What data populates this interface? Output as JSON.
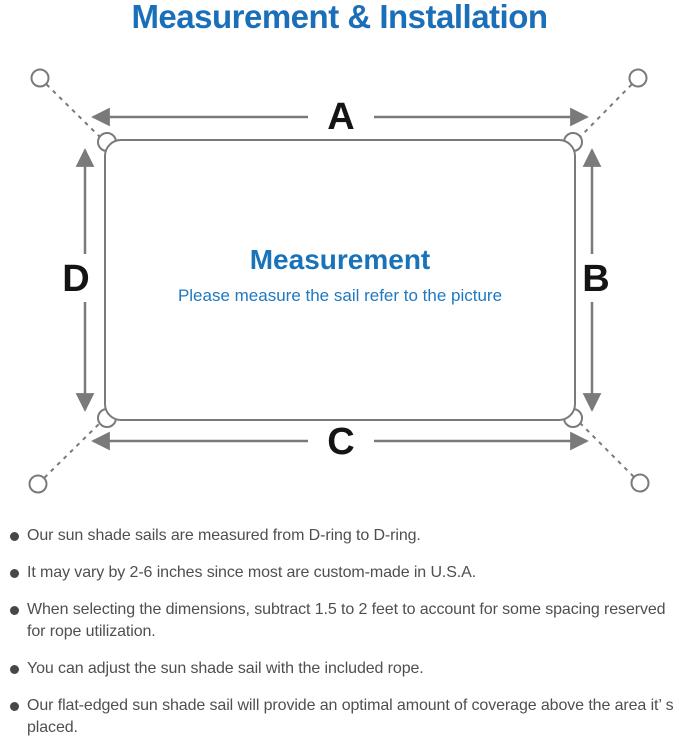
{
  "title": "Measurement & Installation",
  "colors": {
    "accent_blue": "#1a6fb8",
    "center_heading_blue": "#1a73b9",
    "center_sub_blue": "#1f78c0",
    "diagram_gray": "#7a7a7a",
    "note_text_gray": "#4f4f4f",
    "dim_label_black": "#141414"
  },
  "diagram": {
    "labels": {
      "top": "A",
      "right": "B",
      "bottom": "C",
      "left": "D"
    },
    "heading": "Measurement",
    "subheading": "Please measure the sail refer to the picture"
  },
  "notes": [
    "Our sun shade sails are measured from D-ring to D-ring.",
    "It may vary by 2-6 inches since most are custom-made in U.S.A.",
    "When selecting the dimensions, subtract 1.5 to 2 feet to account for some spacing reserved for rope utilization.",
    "You can adjust the sun shade sail with the included rope.",
    "Our flat-edged sun shade sail will provide an optimal amount of coverage above the area it’ s placed."
  ]
}
